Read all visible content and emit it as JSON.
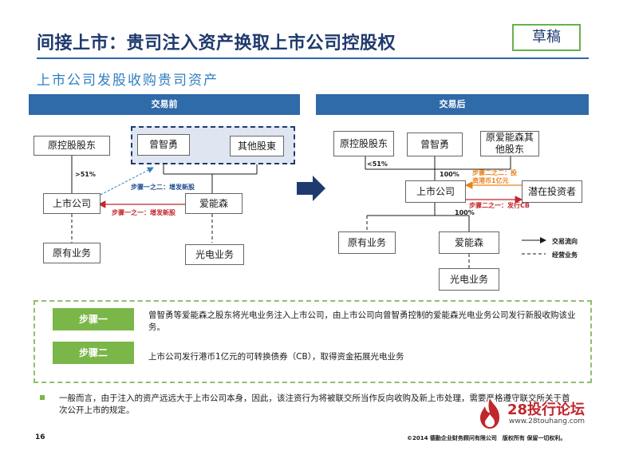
{
  "header": {
    "title": "间接上市：贵司注入资产换取上市公司控股权",
    "draft": "草稿",
    "subtitle": "上市公司发股收购贵司资产"
  },
  "before": {
    "band": "交易前",
    "controlling_holder": "原控股股东",
    "zeng": "曾智勇",
    "other_holders": "其他股東",
    "listed_co": "上市公司",
    "aineng": "爱能森",
    "legacy_biz": "原有业务",
    "pv_biz": "光电业务",
    "pct": ">51%",
    "step1_2": "步骤一之二：增发新股",
    "step1_1": "步骤一之一：增发新股"
  },
  "after": {
    "band": "交易后",
    "controlling_holder": "原控股股东",
    "zeng": "曾智勇",
    "aineng_other": "原爱能森其他股东",
    "listed_co": "上市公司",
    "investor": "潜在投资者",
    "legacy_biz": "原有业务",
    "aineng": "爱能森",
    "pv_biz": "光电业务",
    "pct_small": "<51%",
    "pct_100_top": "100%",
    "pct_100_bottom": "100%",
    "step2_2": "步骤二之二：投资港币1亿元",
    "step2_1": "步骤二之一：发行CB",
    "legend_trade": "交易流向",
    "legend_ops": "经营业务"
  },
  "steps": [
    {
      "label": "步骤一",
      "text": "曾智勇等爱能森之股东将光电业务注入上市公司，由上市公司向曾智勇控制的爱能森光电业务公司发行新股收购该业务。"
    },
    {
      "label": "步骤二",
      "text": "上市公司发行港币1亿元的可转换债券（CB），取得资金拓展光电业务"
    }
  ],
  "note": "一般而言，由于注入的资产远远大于上市公司本身，因此，该注资行为将被联交所当作反向收购及新上市处理，需要严格遵守联交所关于首次公开上市的规定。",
  "footer": {
    "page": "16",
    "copyright": "©2014 德勤企业财务顾问有限公司　版权所有 保留一切权利。"
  },
  "logo": {
    "main": "28投行论坛",
    "url": "www.28touhang.com"
  },
  "colors": {
    "band": "#2f6aa9",
    "title": "#1f3a6e",
    "step_green": "#7ab648",
    "arrow_red": "#c0272d",
    "arrow_orange": "#e8821a",
    "arrow_blue": "#2f7fc1"
  }
}
